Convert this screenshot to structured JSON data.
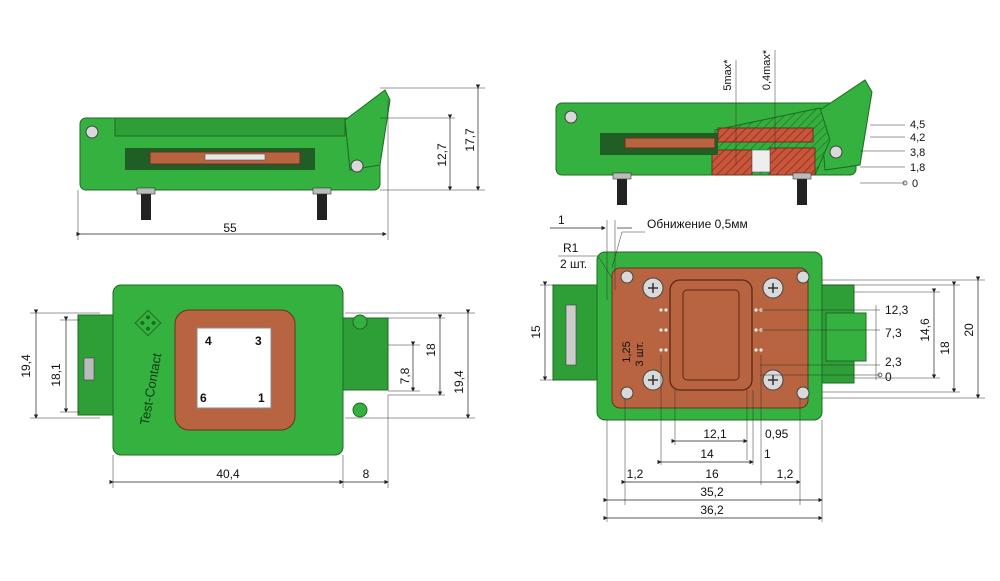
{
  "views": {
    "side_left": {
      "dims": {
        "width": "55",
        "h1": "12,7",
        "h2": "17,7"
      }
    },
    "side_right": {
      "dims": {
        "max5": "5max*",
        "max04": "0,4max*",
        "l45": "4,5",
        "l42": "4,2",
        "l38": "3,8",
        "l18": "1,8",
        "l0": "0"
      }
    },
    "top_left": {
      "brand": "Test-Contact",
      "pins": [
        "4",
        "3",
        "6",
        "1"
      ],
      "dims": {
        "left_outer": "19,4",
        "left_inner": "18,1",
        "right_18": "18",
        "right_194": "19,4",
        "right_78": "7,8",
        "bottom_404": "40,4",
        "bottom_8": "8"
      }
    },
    "top_right": {
      "notes": {
        "d1": "1",
        "lowering": "Обнижение 0,5мм",
        "r1": "R1",
        "r1_count": "2 шт.",
        "pin_d": "1,25",
        "pin_count": "3 шт."
      },
      "dims": {
        "left_15": "15",
        "r123": "12,3",
        "r73": "7,3",
        "r23": "2,3",
        "r0": "0",
        "r146": "14,6",
        "r18": "18",
        "r20": "20",
        "b121": "12,1",
        "b095": "0,95",
        "b14": "14",
        "b1": "1",
        "b12a": "1,2",
        "b16": "16",
        "b12b": "1,2",
        "b352": "35,2",
        "b362": "36,2"
      }
    }
  },
  "colors": {
    "body_green": "#34b13f",
    "copper": "#b86440",
    "outline": "#1d6b22"
  }
}
